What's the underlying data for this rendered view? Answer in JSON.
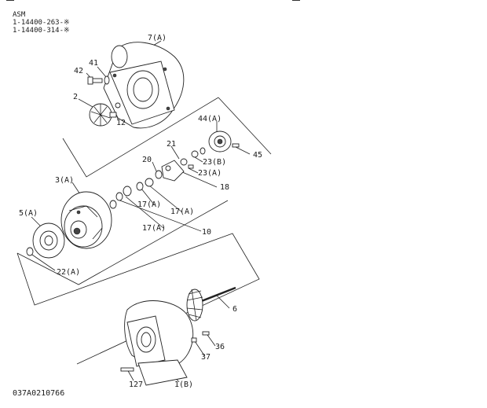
{
  "header": {
    "title": "ASM",
    "part_a": "1-14400-263-※",
    "part_b": "1-14400-314-※"
  },
  "callouts": {
    "c7a": "7(A)",
    "c41": "41",
    "c42": "42",
    "c2": "2",
    "c12": "12",
    "c44a": "44(A)",
    "c21": "21",
    "c20": "20",
    "c23b": "23(B)",
    "c45": "45",
    "c23a": "23(A)",
    "c18": "18",
    "c3a": "3(A)",
    "c17a_1": "17(A)",
    "c17a_2": "17(A)",
    "c17a_3": "17(A)",
    "c10": "10",
    "c5a": "5(A)",
    "c22a": "22(A)",
    "c6": "6",
    "c36": "36",
    "c37": "37",
    "c127": "127",
    "c1b": "1(B)"
  },
  "footer": {
    "drawing_code": "037A0210766"
  }
}
